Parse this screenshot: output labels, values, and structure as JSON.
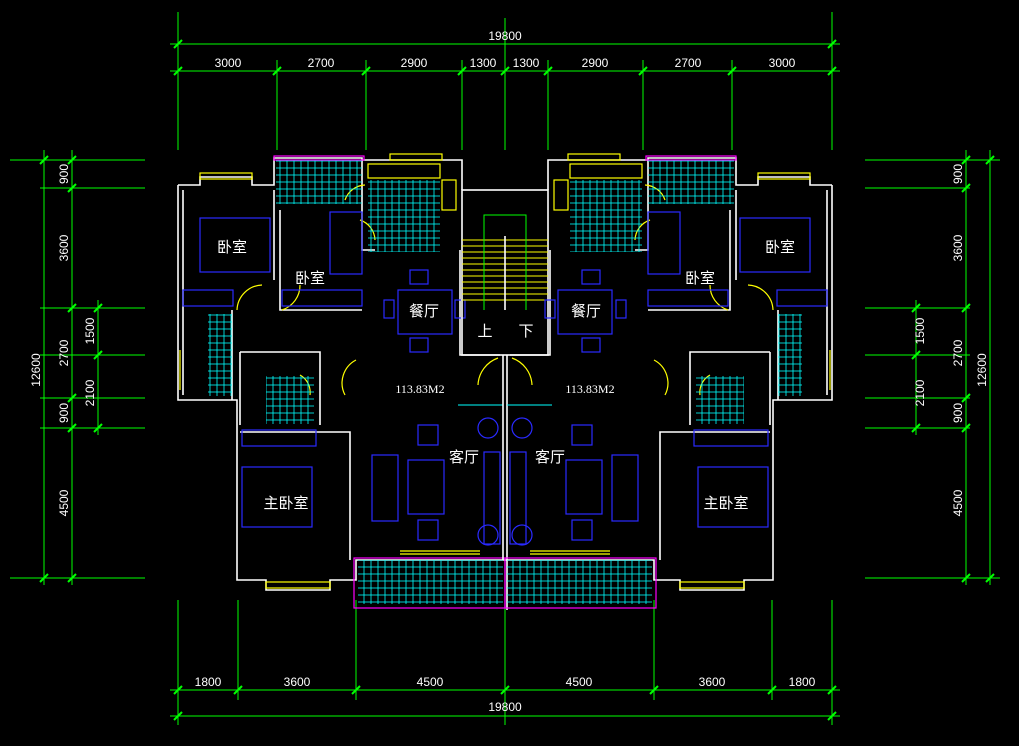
{
  "dimensions": {
    "top_total": "19800",
    "top_segments": [
      "3000",
      "2700",
      "2900",
      "1300",
      "1300",
      "2900",
      "2700",
      "3000"
    ],
    "bottom_total": "19800",
    "bottom_segments": [
      "1800",
      "3600",
      "4500",
      "4500",
      "3600",
      "1800"
    ],
    "left_total": "12600",
    "left_outer": [
      "900",
      "3600",
      "2700",
      "900",
      "4500"
    ],
    "left_inner": [
      "1500",
      "2100"
    ],
    "right_total": "12600",
    "right_outer": [
      "900",
      "3600",
      "2700",
      "900",
      "4500"
    ],
    "right_inner": [
      "1500",
      "2100"
    ]
  },
  "rooms": {
    "left_bedroom_1": "卧室",
    "left_bedroom_2": "卧室",
    "left_dining": "餐厅",
    "left_living": "客厅",
    "left_master": "主卧室",
    "right_bedroom_1": "卧室",
    "right_bedroom_2": "卧室",
    "right_dining": "餐厅",
    "right_living": "客厅",
    "right_master": "主卧室",
    "stair_up": "上",
    "stair_down": "下"
  },
  "areas": {
    "left": "113.83M2",
    "right": "113.83M2"
  },
  "colors": {
    "background": "#000000",
    "dimension_lines": "#00ff00",
    "walls": "#ffffff",
    "windows": "#ffff00",
    "furniture": "#2a2aff",
    "tiles": "#00ffff",
    "balcony_rail": "#ff00ff"
  }
}
